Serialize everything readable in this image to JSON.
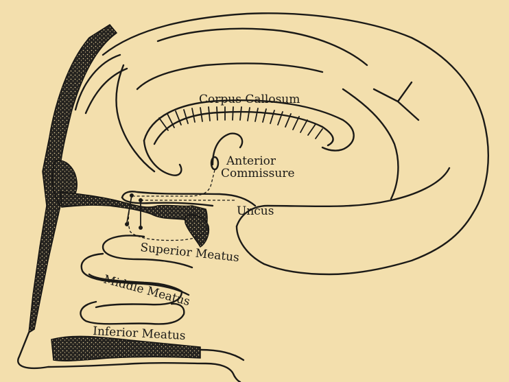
{
  "background_color": "#f3dfad",
  "ink_color": "#1b1a17",
  "labels": {
    "corpus_callosum": "Corpus Callosum",
    "anterior": "Anterior",
    "commissure": "Commissure",
    "uncus": "Uncus",
    "superior_meatus": "Superior Meatus",
    "middle_meatus": "Middle Meatus",
    "inferior_meatus": "Inferior Meatus"
  }
}
